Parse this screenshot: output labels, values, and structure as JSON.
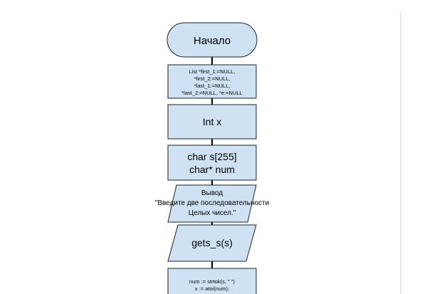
{
  "flowchart": {
    "start": {
      "label": "Начало"
    },
    "init_lists": {
      "lines": [
        "List *first_1:=NULL,",
        "*first_2:=NULL,",
        "*last_1:=NULL,",
        "*last_2:=NULL, *e:=NULL"
      ]
    },
    "declare_x": {
      "label": "Int x"
    },
    "declare_strings": {
      "lines": [
        "char s[255]",
        "char* num"
      ]
    },
    "output_prompt": {
      "lines": [
        "Вывод",
        "\"Введите две последовательности",
        "Целых чисел.\""
      ]
    },
    "input_gets": {
      "label": "gets_s(s)"
    },
    "process_parse": {
      "lines": [
        "num := strtok(s, \" \")",
        "x := atoi(num);"
      ]
    }
  },
  "colors": {
    "shape_fill": "#cfe2f3",
    "shape_stroke": "#222222",
    "connector": "#000000"
  }
}
